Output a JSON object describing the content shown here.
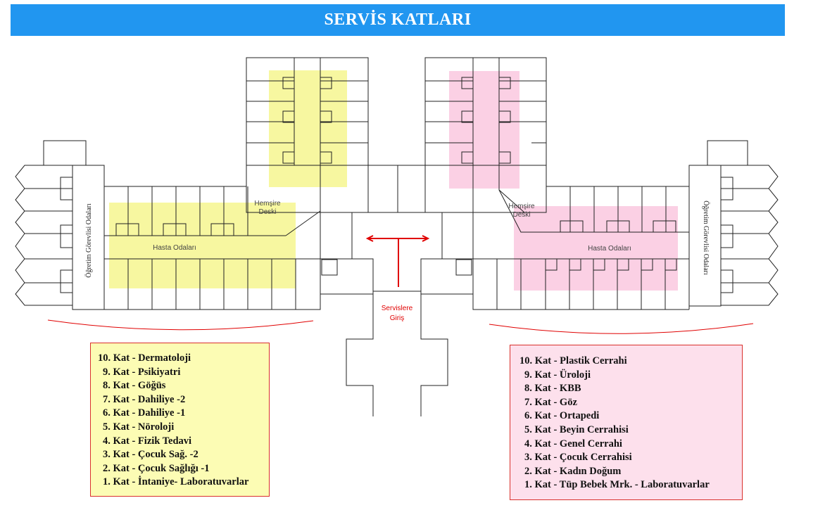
{
  "title": "SERVİS KATLARI",
  "plan": {
    "nurse_desk_left": [
      "Hemşire",
      "Deski"
    ],
    "nurse_desk_right": [
      "Hemşire",
      "Deski"
    ],
    "patient_rooms_left": "Hasta Odaları",
    "patient_rooms_right": "Hasta Odaları",
    "faculty_rooms_left": "Öğretim Görevlisi Odaları",
    "faculty_rooms_right": "Öğretim Görevlisi Odaları",
    "entrance": [
      "Servislere",
      "Giriş"
    ]
  },
  "colors": {
    "title_bg": "#2196f0",
    "left_wing_highlight": "#f7f7a0",
    "right_wing_highlight": "#fbd0e4",
    "accent_red": "#e00000"
  },
  "legend_left": {
    "items": [
      "10. Kat - Dermatoloji",
      "9. Kat - Psikiyatri",
      "8. Kat - Göğüs",
      "7. Kat - Dahiliye -2",
      "6. Kat - Dahiliye -1",
      "5. Kat - Nöroloji",
      "4. Kat - Fizik Tedavi",
      "3. Kat - Çocuk Sağ. -2",
      "2. Kat - Çocuk Sağlığı -1",
      "1. Kat - İntaniye- Laboratuvarlar"
    ]
  },
  "legend_right": {
    "items": [
      "10. Kat - Plastik Cerrahi",
      "9. Kat - Üroloji",
      "8. Kat - KBB",
      "7. Kat - Göz",
      "6. Kat - Ortapedi",
      "5. Kat - Beyin Cerrahisi",
      "4. Kat - Genel Cerrahi",
      "3. Kat - Çocuk Cerrahisi",
      "2. Kat - Kadın Doğum",
      "1. Kat - Tüp Bebek Mrk. - Laboratuvarlar"
    ]
  }
}
